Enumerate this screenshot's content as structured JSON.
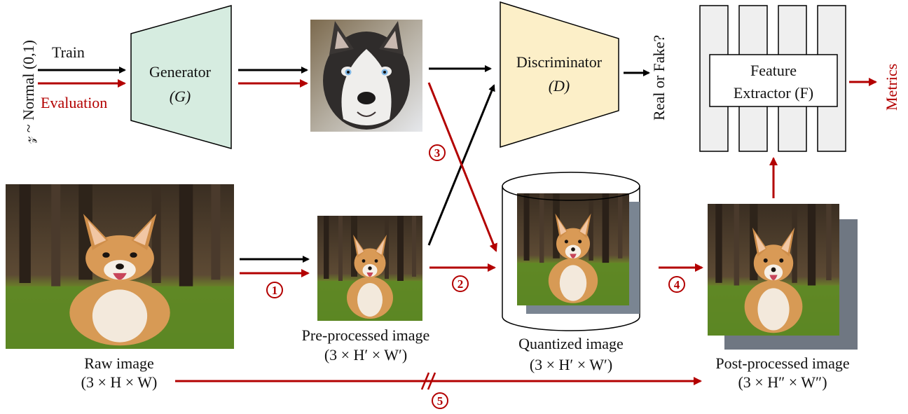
{
  "latent": {
    "label": "𝓏 ~ Normal (0,1)",
    "train_label": "Train",
    "eval_label": "Evaluation"
  },
  "generator": {
    "title": "Generator",
    "symbol": "(G)",
    "color": "#d6ece0"
  },
  "discriminator": {
    "title": "Discriminator",
    "symbol": "(D)",
    "color": "#fcefc8"
  },
  "real_or_fake": "Real or Fake?",
  "feature_extractor": {
    "line1": "Feature",
    "line2": "Extractor (F)",
    "column_color": "#efefef"
  },
  "metrics_label": "Metrics",
  "images": {
    "generated": "husky-photo",
    "raw": {
      "label": "Raw image",
      "dims": "(3 × H × W)"
    },
    "preprocessed": {
      "label": "Pre-processed image",
      "dims": "(3 × H′ × W′)"
    },
    "quantized": {
      "label": "Quantized image",
      "dims": "(3 × H′ × W′)"
    },
    "postprocessed": {
      "label": "Post-processed image",
      "dims": "(3 × H″ × W″)"
    }
  },
  "steps": [
    "1",
    "2",
    "3",
    "4",
    "5"
  ],
  "colors": {
    "train_arrow": "#000000",
    "eval_arrow": "#b30000"
  }
}
